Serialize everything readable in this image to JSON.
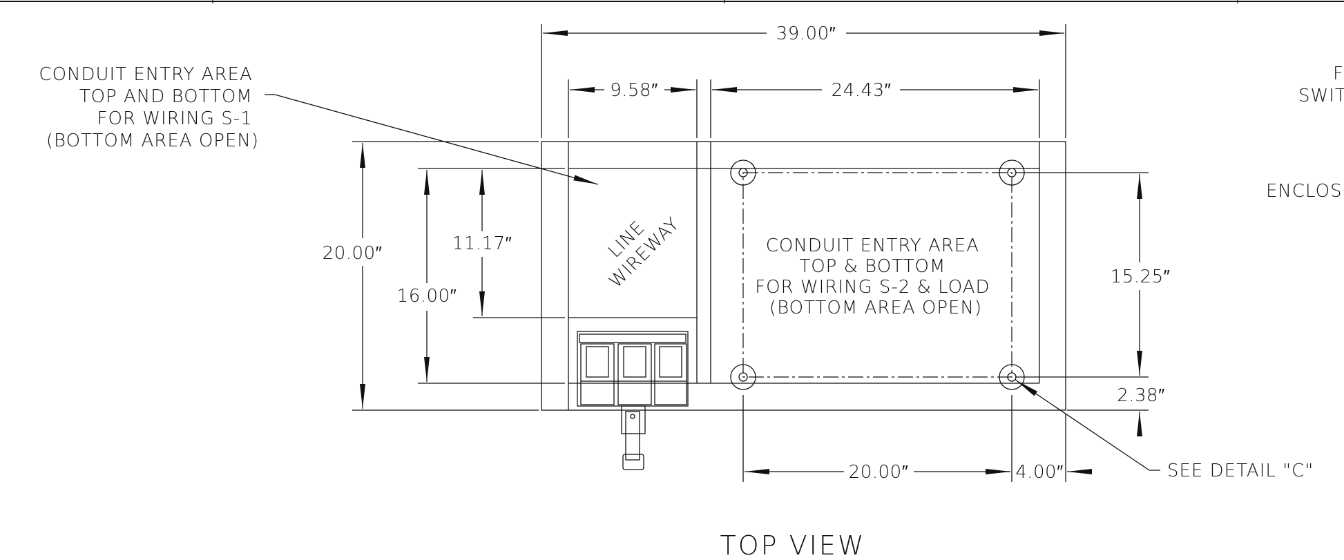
{
  "drawing": {
    "view_title": "TOP VIEW",
    "dimensions": {
      "overall_width": "39.00″",
      "wireway_width": "9.58″",
      "load_section_width": "24.43″",
      "overall_depth": "20.00″",
      "depth_16": "16.00″",
      "depth_11": "11.17″",
      "hole_spacing_vertical": "15.25″",
      "hole_offset_bottom": "2.38″",
      "hole_spacing_horizontal": "20.00″",
      "hole_offset_right": "4.00″"
    },
    "notes": {
      "conduit_s1": [
        "CONDUIT ENTRY AREA",
        "TOP AND BOTTOM",
        "FOR WIRING S-1",
        "(BOTTOM AREA OPEN)"
      ],
      "conduit_s2": [
        "CONDUIT ENTRY AREA",
        "TOP & BOTTOM",
        "FOR WIRING S-2 & LOAD",
        "(BOTTOM AREA OPEN)"
      ],
      "wireway": [
        "LINE",
        "WIREWAY"
      ],
      "detail_ref": "SEE DETAIL \"C\"",
      "right_edge_fragments": [
        "F",
        "SWIT",
        "ENCLOS"
      ]
    }
  }
}
